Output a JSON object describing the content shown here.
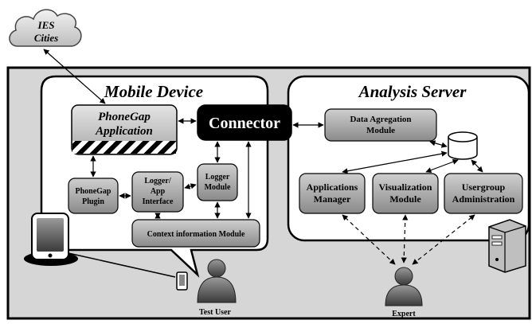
{
  "cloud": {
    "line1": "IES",
    "line2": "Cities"
  },
  "mobile": {
    "title": "Mobile Device",
    "phonegap_app": {
      "line1": "PhoneGap",
      "line2": "Application"
    },
    "phonegap_plugin": {
      "line1": "PhoneGap",
      "line2": "Plugin"
    },
    "logger_app": {
      "line1": "Logger/",
      "line2": "App",
      "line3": "Interface"
    },
    "logger_module": {
      "line1": "Logger",
      "line2": "Module"
    },
    "context_module": "Context information Module"
  },
  "connector": "Connector",
  "server": {
    "title": "Analysis Server",
    "data_agg": {
      "line1": "Data Agregation",
      "line2": "Module"
    },
    "apps_manager": {
      "line1": "Applications",
      "line2": "Manager"
    },
    "visualization": {
      "line1": "Visualization",
      "line2": "Module"
    },
    "usergroup": {
      "line1": "Usergroup",
      "line2": "Administration"
    }
  },
  "actors": {
    "test_user": "Test User",
    "expert": "Expert"
  },
  "colors": {
    "panel_bg": "#d6d6d6",
    "module_fill_light": "#bdbdbd",
    "module_fill_dark": "#8e8e8e",
    "connector_bg": "#000000",
    "connector_text": "#ffffff"
  }
}
